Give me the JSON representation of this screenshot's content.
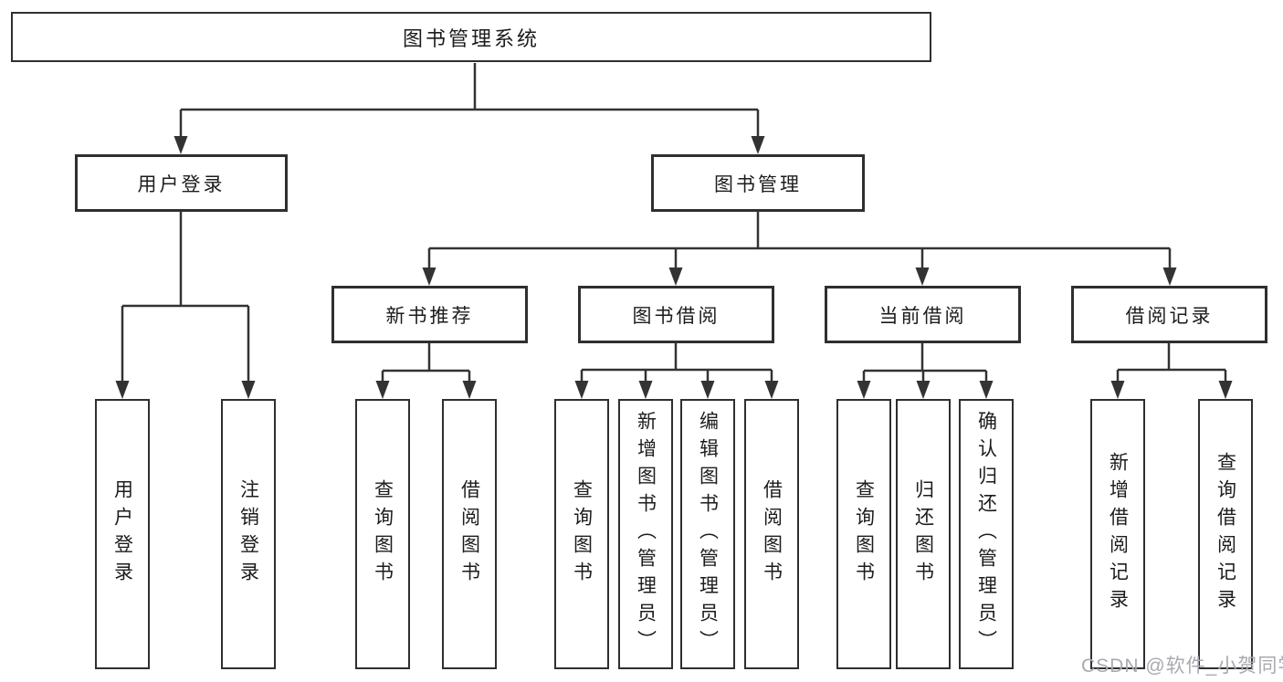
{
  "colors": {
    "line": "#333333",
    "box_border": "#2f2f2f",
    "text": "#1c1c1c",
    "background": "#ffffff",
    "watermark": "#a9a9b1"
  },
  "watermark": "CSDN @软件_小贺同学",
  "tree": {
    "root": {
      "label": "图书管理系统"
    },
    "branches": [
      {
        "label": "用户登录",
        "children": [
          {
            "label": "用户登录"
          },
          {
            "label": "注销登录"
          }
        ]
      },
      {
        "label": "图书管理",
        "children": [
          {
            "label": "新书推荐",
            "children": [
              {
                "label": "查询图书"
              },
              {
                "label": "借阅图书"
              }
            ]
          },
          {
            "label": "图书借阅",
            "children": [
              {
                "label": "查询图书"
              },
              {
                "label": "新增图书（管理员）"
              },
              {
                "label": "编辑图书（管理员）"
              },
              {
                "label": "借阅图书"
              }
            ]
          },
          {
            "label": "当前借阅",
            "children": [
              {
                "label": "查询图书"
              },
              {
                "label": "归还图书"
              },
              {
                "label": "确认归还（管理员）"
              }
            ]
          },
          {
            "label": "借阅记录",
            "children": [
              {
                "label": "新增借阅记录"
              },
              {
                "label": "查询借阅记录"
              }
            ]
          }
        ]
      }
    ]
  }
}
